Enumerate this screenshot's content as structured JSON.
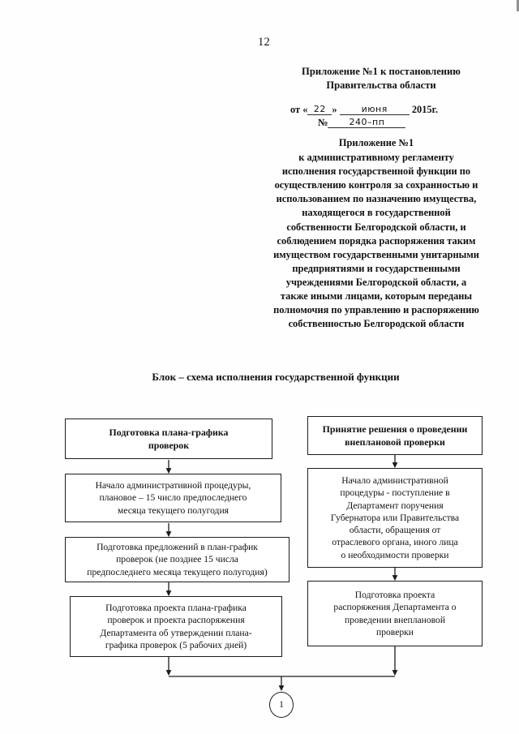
{
  "document": {
    "page_number": "12",
    "appendix_one": {
      "lines": [
        "Приложение №1",
        "к постановлению Правительства",
        "области"
      ],
      "date_prefix": "от «",
      "date_day": "22",
      "date_mid": "»",
      "date_month": "июня",
      "date_year": "2015г.",
      "number_prefix": "№",
      "number_value": "240–пп"
    },
    "appendix_two": {
      "title": "Приложение №1",
      "lines": [
        "к административному регламенту",
        "исполнения государственной функции",
        "по осуществлению контроля за",
        "сохранностью и использованием по",
        "назначению имущества, находящегося в",
        "государственной собственности",
        "Белгородской области, и соблюдением",
        "порядка распоряжения таким",
        "имуществом государственными",
        "унитарными предприятиями и",
        "государственными учреждениями",
        "Белгородской области, а также иными",
        "лицами, которым переданы полномочия",
        "по управлению и распоряжению",
        "собственностью Белгородской области"
      ]
    },
    "chart_title": {
      "line1": "Блок – схема",
      "line2": "исполнения государственной функции"
    }
  },
  "flowchart": {
    "left_column": [
      {
        "id": "l1",
        "lines": [
          "Подготовка плана-графика",
          "проверок"
        ],
        "bold": true
      },
      {
        "id": "l2",
        "lines": [
          "Начало административной процедуры,",
          "плановое – 15 число предпоследнего",
          "месяца текущего полугодия"
        ],
        "bold": false
      },
      {
        "id": "l3",
        "lines": [
          "Подготовка предложений в план-график",
          "проверок (не позднее 15 числа",
          "предпоследнего месяца текущего полугодия)"
        ],
        "bold": false
      },
      {
        "id": "l4",
        "lines": [
          "Подготовка проекта плана-графика",
          "проверок и проекта распоряжения",
          "Департамента об утверждении плана-",
          "графика проверок (5 рабочих дней)"
        ],
        "bold": false
      }
    ],
    "right_column": [
      {
        "id": "r1",
        "lines": [
          "Принятие решения о проведении",
          "внеплановой проверки"
        ],
        "bold": true
      },
      {
        "id": "r2",
        "lines": [
          "Начало административной",
          "процедуры  - поступление в",
          "Департамент поручения",
          "Губернатора или Правительства",
          "области,  обращения от",
          "отраслевого органа, иного лица",
          "о необходимости проверки"
        ],
        "bold": false
      },
      {
        "id": "r3",
        "lines": [
          "Подготовка проекта",
          "распоряжения Департамента о",
          "проведении внеплановой",
          "проверки"
        ],
        "bold": false
      }
    ],
    "connector": {
      "label": "1"
    },
    "colors": {
      "stroke": "#1c1c1c",
      "paper": "#ffffff"
    }
  }
}
